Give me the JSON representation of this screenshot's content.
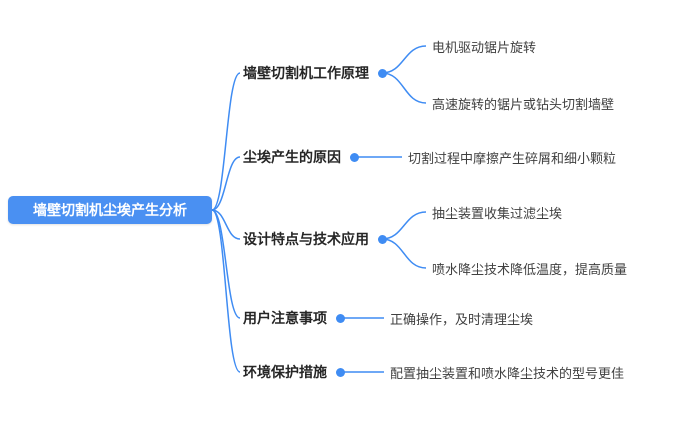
{
  "root": {
    "label": "墙壁切割机尘埃产生分析"
  },
  "colors": {
    "accent": "#3f8cf3",
    "root_bg": "#4a90f2",
    "root_text": "#ffffff",
    "branch_text": "#262626",
    "leaf_text": "#404040"
  },
  "branches": [
    {
      "label": "墙壁切割机工作原理",
      "children": [
        "电机驱动锯片旋转",
        "高速旋转的锯片或钻头切割墙壁"
      ]
    },
    {
      "label": "尘埃产生的原因",
      "children": [
        "切割过程中摩擦产生碎屑和细小颗粒"
      ]
    },
    {
      "label": "设计特点与技术应用",
      "children": [
        "抽尘装置收集过滤尘埃",
        "喷水降尘技术降低温度，提高质量"
      ]
    },
    {
      "label": "用户注意事项",
      "children": [
        "正确操作，及时清理尘埃"
      ]
    },
    {
      "label": "环境保护措施",
      "children": [
        "配置抽尘装置和喷水降尘技术的型号更佳"
      ]
    }
  ]
}
